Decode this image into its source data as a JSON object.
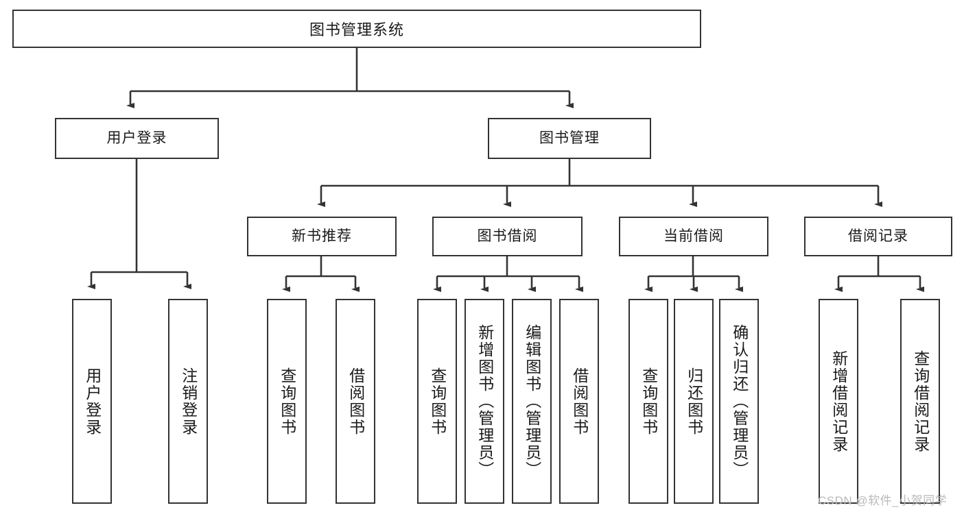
{
  "diagram": {
    "type": "tree-hierarchy-chart",
    "title": "图书管理系统",
    "orientation": "top-down",
    "colors": {
      "box_border": "#333333",
      "box_fill": "#ffffff",
      "edge": "#333333",
      "text": "#1a1a1a",
      "watermark": "#b9b9b9",
      "background": "#ffffff"
    },
    "levels": {
      "root": {
        "label": "图书管理系统"
      },
      "level2": [
        {
          "id": "user-login",
          "label": "用户登录"
        },
        {
          "id": "book-management",
          "label": "图书管理"
        }
      ],
      "level3": [
        {
          "id": "new-book-recommend",
          "label": "新书推荐",
          "parent": "book-management"
        },
        {
          "id": "book-borrow",
          "label": "图书借阅",
          "parent": "book-management"
        },
        {
          "id": "current-borrow",
          "label": "当前借阅",
          "parent": "book-management"
        },
        {
          "id": "borrow-record",
          "label": "借阅记录",
          "parent": "book-management"
        }
      ],
      "leaves": {
        "user-login": [
          {
            "id": "leaf-user-login",
            "label": "用户登录"
          },
          {
            "id": "leaf-user-logout",
            "label": "注销登录"
          }
        ],
        "new-book-recommend": [
          {
            "id": "leaf-query-book-1",
            "label": "查询图书"
          },
          {
            "id": "leaf-borrow-book-1",
            "label": "借阅图书"
          }
        ],
        "book-borrow": [
          {
            "id": "leaf-query-book-2",
            "label": "查询图书"
          },
          {
            "id": "leaf-add-book",
            "label": "新增图书（管理员）"
          },
          {
            "id": "leaf-edit-book",
            "label": "编辑图书（管理员）"
          },
          {
            "id": "leaf-borrow-book-2",
            "label": "借阅图书"
          }
        ],
        "current-borrow": [
          {
            "id": "leaf-query-book-3",
            "label": "查询图书"
          },
          {
            "id": "leaf-return-book",
            "label": "归还图书"
          },
          {
            "id": "leaf-confirm-return",
            "label": "确认归还（管理员）"
          }
        ],
        "borrow-record": [
          {
            "id": "leaf-add-record",
            "label": "新增借阅记录"
          },
          {
            "id": "leaf-query-record",
            "label": "查询借阅记录"
          }
        ]
      }
    }
  },
  "watermark": {
    "text": "CSDN @软件_小贺同学"
  }
}
